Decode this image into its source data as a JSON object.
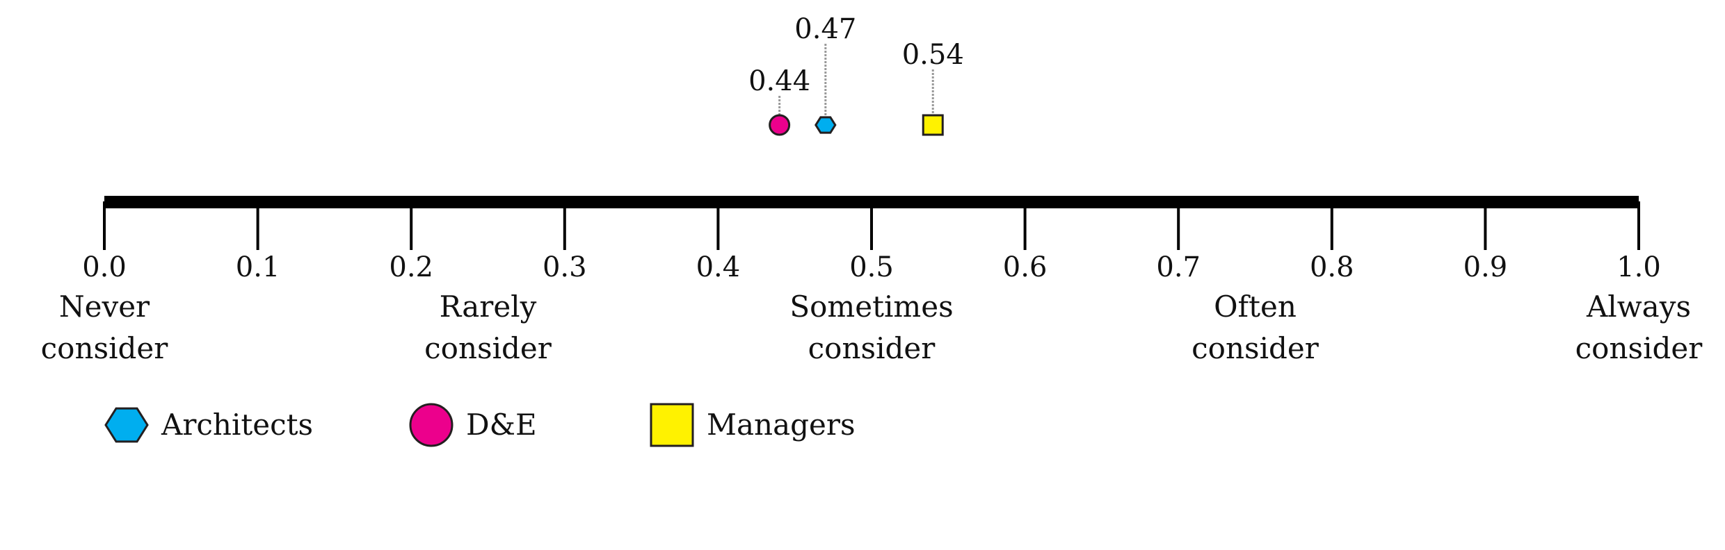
{
  "chart_data": {
    "type": "scatter",
    "title": "",
    "xlim": [
      0.0,
      1.0
    ],
    "ticks": [
      "0.0",
      "0.1",
      "0.2",
      "0.3",
      "0.4",
      "0.5",
      "0.6",
      "0.7",
      "0.8",
      "0.9",
      "1.0"
    ],
    "tick_values": [
      0.0,
      0.1,
      0.2,
      0.3,
      0.4,
      0.5,
      0.6,
      0.7,
      0.8,
      0.9,
      1.0
    ],
    "scale_labels": [
      {
        "value": 0.0,
        "lines": [
          "Never",
          "consider"
        ]
      },
      {
        "value": 0.25,
        "lines": [
          "Rarely",
          "consider"
        ]
      },
      {
        "value": 0.5,
        "lines": [
          "Sometimes",
          "consider"
        ]
      },
      {
        "value": 0.75,
        "lines": [
          "Often",
          "consider"
        ]
      },
      {
        "value": 1.0,
        "lines": [
          "Always",
          "consider"
        ]
      }
    ],
    "series": [
      {
        "name": "Architects",
        "value": 0.47,
        "label": "0.47",
        "marker": "hexagon",
        "color": "#00AEEF"
      },
      {
        "name": "D&E",
        "value": 0.44,
        "label": "0.44",
        "marker": "circle",
        "color": "#EC008C"
      },
      {
        "name": "Managers",
        "value": 0.54,
        "label": "0.54",
        "marker": "square",
        "color": "#FFF200"
      }
    ],
    "grid": false,
    "legend_position": "bottom-left"
  }
}
